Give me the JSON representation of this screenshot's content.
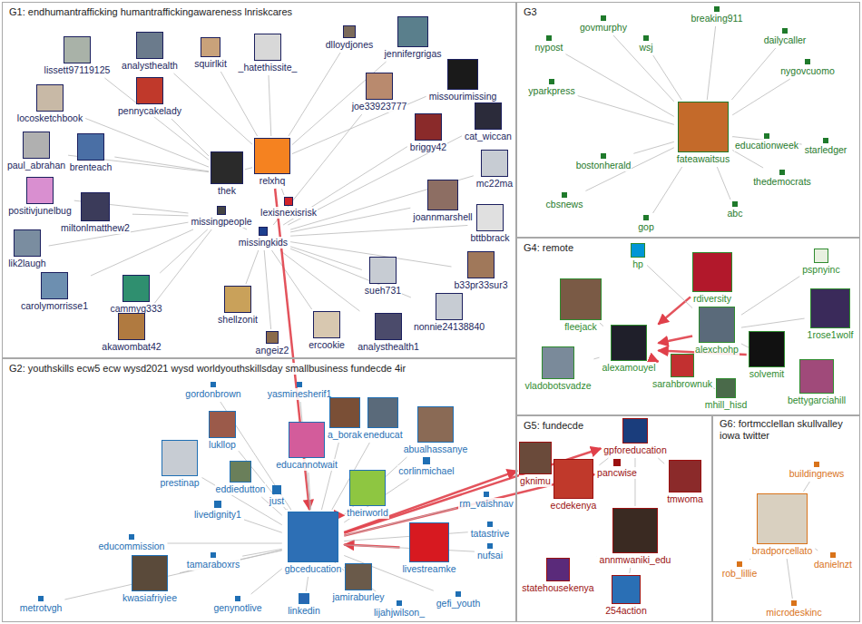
{
  "diagram": {
    "nodes": [
      {
        "text": [
          "G1: endhumantrafficking humantraffickingawareness lnriskcares"
        ]
      },
      {
        "text": [
          "G2: youthskills ecw5 ecw wysd2021 wysd worldyouthskillsday smallbusiness fundecde 4ir"
        ]
      },
      {
        "text": [
          "G3"
        ]
      },
      {
        "text": [
          "G4: remote"
        ]
      },
      {
        "text": [
          "G5: fundecde"
        ]
      },
      {
        "text": [
          "G6: fortmcclellan skullvalley iowa twitter"
        ]
      },
      {
        "text": [
          "analysthealth"
        ],
        "in": 0
      },
      {
        "text": [
          "squirlkit"
        ],
        "in": 0
      },
      {
        "text": [
          "_hatethissite_"
        ],
        "in": 0
      },
      {
        "text": [
          "dlloydjones"
        ],
        "in": 0
      },
      {
        "text": [
          "jennifergrigas"
        ],
        "in": 0
      },
      {
        "text": [
          "joe33923777"
        ],
        "in": 0
      },
      {
        "text": [
          "lissett97119125"
        ],
        "in": 0
      },
      {
        "text": [
          "pennycakelady"
        ],
        "in": 0
      },
      {
        "text": [
          "missourimissing"
        ],
        "in": 0
      },
      {
        "text": [
          "locosketchbook"
        ],
        "in": 0
      },
      {
        "text": [
          "cat_wiccan"
        ],
        "in": 0
      },
      {
        "text": [
          "briggy42"
        ],
        "in": 0
      },
      {
        "text": [
          "paul_abrahan"
        ],
        "in": 0
      },
      {
        "text": [
          "brenteach"
        ],
        "in": 0
      },
      {
        "text": [
          "mc22ma"
        ],
        "in": 0
      },
      {
        "text": [
          "positivjunelbug"
        ],
        "in": 0
      },
      {
        "text": [
          "miltonlmatthew2"
        ],
        "in": 0
      },
      {
        "text": [
          "lik2laugh"
        ],
        "in": 0
      },
      {
        "text": [
          "joannmarshell"
        ],
        "in": 0
      },
      {
        "text": [
          "bttbbrack"
        ],
        "in": 0
      },
      {
        "text": [
          "b33pr33sur3"
        ],
        "in": 0
      },
      {
        "text": [
          "carolymorrisse1"
        ],
        "in": 0
      },
      {
        "text": [
          "cammyg333"
        ],
        "in": 0
      },
      {
        "text": [
          "akawombat42"
        ],
        "in": 0
      },
      {
        "text": [
          "shellzonit"
        ],
        "in": 0
      },
      {
        "text": [
          "sueh731"
        ],
        "in": 0
      },
      {
        "text": [
          "nonnie24138840"
        ],
        "in": 0
      },
      {
        "text": [
          "analysthealth1"
        ],
        "in": 0
      },
      {
        "text": [
          "ercookie"
        ],
        "in": 0
      },
      {
        "text": [
          "angeiz2"
        ],
        "in": 0
      },
      {
        "text": [
          "thek"
        ],
        "in": 0
      },
      {
        "text": [
          "relxhq"
        ],
        "in": 0
      },
      {
        "text": [
          "lexisnexisrisk"
        ],
        "in": 0
      },
      {
        "text": [
          "missingpeople"
        ],
        "in": 0
      },
      {
        "text": [
          "missingkids"
        ],
        "in": 0
      },
      {
        "text": [
          "gordonbrown"
        ],
        "in": 1
      },
      {
        "text": [
          "yasminesherif1"
        ],
        "in": 1
      },
      {
        "text": [
          "lukllop"
        ],
        "in": 1
      },
      {
        "text": [
          "prestinap"
        ],
        "in": 1
      },
      {
        "text": [
          "eddiedutton"
        ],
        "in": 1
      },
      {
        "text": [
          "educannotwait"
        ],
        "in": 1
      },
      {
        "text": [
          "livedignity1"
        ],
        "in": 1
      },
      {
        "text": [
          "a_borak"
        ],
        "in": 1
      },
      {
        "text": [
          "eneducat"
        ],
        "in": 1
      },
      {
        "text": [
          "abualhassanye"
        ],
        "in": 1
      },
      {
        "text": [
          "corlinmichael"
        ],
        "in": 1
      },
      {
        "text": [
          "theirworld"
        ],
        "in": 1
      },
      {
        "text": [
          "just"
        ],
        "in": 1
      },
      {
        "text": [
          "gbceducation"
        ],
        "in": 1
      },
      {
        "text": [
          "educommission"
        ],
        "in": 1
      },
      {
        "text": [
          "tamaraboxrs"
        ],
        "in": 1
      },
      {
        "text": [
          "livestreamke"
        ],
        "in": 1
      },
      {
        "text": [
          "kwasiafriyiee"
        ],
        "in": 1
      },
      {
        "text": [
          "metrotvgh"
        ],
        "in": 1
      },
      {
        "text": [
          "genynotlive"
        ],
        "in": 1
      },
      {
        "text": [
          "linkedin"
        ],
        "in": 1
      },
      {
        "text": [
          "lijahjwilson_"
        ],
        "in": 1
      },
      {
        "text": [
          "jamiraburley"
        ],
        "in": 1
      },
      {
        "text": [
          "gefi_youth"
        ],
        "in": 1
      },
      {
        "text": [
          "nufsai"
        ],
        "in": 1
      },
      {
        "text": [
          "rm_vaishnav"
        ],
        "in": 1
      },
      {
        "text": [
          "tatastrive"
        ],
        "in": 1
      },
      {
        "text": [
          "govmurphy"
        ],
        "in": 2
      },
      {
        "text": [
          "breaking911"
        ],
        "in": 2
      },
      {
        "text": [
          "nypost"
        ],
        "in": 2
      },
      {
        "text": [
          "wsj"
        ],
        "in": 2
      },
      {
        "text": [
          "dailycaller"
        ],
        "in": 2
      },
      {
        "text": [
          "nygovcuomo"
        ],
        "in": 2
      },
      {
        "text": [
          "yparkpress"
        ],
        "in": 2
      },
      {
        "text": [
          "fateawaitsus"
        ],
        "in": 2
      },
      {
        "text": [
          "educationweek"
        ],
        "in": 2
      },
      {
        "text": [
          "starledger"
        ],
        "in": 2
      },
      {
        "text": [
          "bostonherald"
        ],
        "in": 2
      },
      {
        "text": [
          "cbsnews"
        ],
        "in": 2
      },
      {
        "text": [
          "thedemocrats"
        ],
        "in": 2
      },
      {
        "text": [
          "abc"
        ],
        "in": 2
      },
      {
        "text": [
          "gop"
        ],
        "in": 2
      },
      {
        "text": [
          "hp"
        ],
        "in": 3
      },
      {
        "text": [
          "pspnyinc"
        ],
        "in": 3
      },
      {
        "text": [
          "fleejack"
        ],
        "in": 3
      },
      {
        "text": [
          "rdiversity"
        ],
        "in": 3
      },
      {
        "text": [
          "1rose1wolf"
        ],
        "in": 3
      },
      {
        "text": [
          "alexchohp"
        ],
        "in": 3
      },
      {
        "text": [
          "solvemit"
        ],
        "in": 3
      },
      {
        "text": [
          "alexamouyel"
        ],
        "in": 3
      },
      {
        "text": [
          "sarahbrownuk"
        ],
        "in": 3
      },
      {
        "text": [
          "vladobotsvadze"
        ],
        "in": 3
      },
      {
        "text": [
          "bettygarciahill"
        ],
        "in": 3
      },
      {
        "text": [
          "mhill_hisd"
        ],
        "in": 3
      },
      {
        "text": [
          "gknimu"
        ],
        "in": 4
      },
      {
        "text": [
          "pancwise"
        ],
        "in": 4
      },
      {
        "text": [
          "gpforeducation"
        ],
        "in": 4
      },
      {
        "text": [
          "ecdekenya"
        ],
        "in": 4
      },
      {
        "text": [
          "tmwoma"
        ],
        "in": 4
      },
      {
        "text": [
          "annmwaniki_edu"
        ],
        "in": 4
      },
      {
        "text": [
          "statehousekenya"
        ],
        "in": 4
      },
      {
        "text": [
          "254action"
        ],
        "in": 4
      },
      {
        "text": [
          "buildingnews"
        ],
        "in": 5
      },
      {
        "text": [
          "bradporcellato"
        ],
        "in": 5
      },
      {
        "text": [
          "rob_lillie"
        ],
        "in": 5
      },
      {
        "text": [
          "danielnzt"
        ],
        "in": 5
      },
      {
        "text": [
          "microdeskinc"
        ],
        "in": 5
      }
    ],
    "edges": [
      {
        "from": 6,
        "to": 37,
        "arrow": "none"
      },
      {
        "from": 7,
        "to": 37,
        "arrow": "none"
      },
      {
        "from": 8,
        "to": 37,
        "arrow": "none"
      },
      {
        "from": 9,
        "to": 37,
        "arrow": "none"
      },
      {
        "from": 10,
        "to": 37,
        "arrow": "none"
      },
      {
        "from": 11,
        "to": 40,
        "arrow": "none"
      },
      {
        "from": 12,
        "to": 36,
        "arrow": "none"
      },
      {
        "from": 13,
        "to": 36,
        "arrow": "none"
      },
      {
        "from": 14,
        "to": 37,
        "arrow": "none"
      },
      {
        "from": 15,
        "to": 36,
        "arrow": "none"
      },
      {
        "from": 16,
        "to": 40,
        "arrow": "none"
      },
      {
        "from": 17,
        "to": 40,
        "arrow": "none"
      },
      {
        "from": 18,
        "to": 36,
        "arrow": "none"
      },
      {
        "from": 19,
        "to": 36,
        "arrow": "none"
      },
      {
        "from": 20,
        "to": 40,
        "arrow": "none"
      },
      {
        "from": 21,
        "to": 39,
        "arrow": "none"
      },
      {
        "from": 22,
        "to": 39,
        "arrow": "none"
      },
      {
        "from": 23,
        "to": 39,
        "arrow": "none"
      },
      {
        "from": 24,
        "to": 40,
        "arrow": "none"
      },
      {
        "from": 25,
        "to": 40,
        "arrow": "none"
      },
      {
        "from": 26,
        "to": 40,
        "arrow": "none"
      },
      {
        "from": 27,
        "to": 39,
        "arrow": "none"
      },
      {
        "from": 28,
        "to": 39,
        "arrow": "none"
      },
      {
        "from": 29,
        "to": 39,
        "arrow": "none"
      },
      {
        "from": 30,
        "to": 40,
        "arrow": "none"
      },
      {
        "from": 31,
        "to": 40,
        "arrow": "none"
      },
      {
        "from": 32,
        "to": 40,
        "arrow": "none"
      },
      {
        "from": 33,
        "to": 40,
        "arrow": "none"
      },
      {
        "from": 34,
        "to": 40,
        "arrow": "none"
      },
      {
        "from": 35,
        "to": 40,
        "arrow": "none"
      },
      {
        "from": 36,
        "to": 37,
        "arrow": "none"
      },
      {
        "from": 38,
        "to": 37,
        "arrow": "none"
      },
      {
        "from": 39,
        "to": 40,
        "arrow": "none"
      },
      {
        "from": 37,
        "to": 54,
        "arrow": "to"
      },
      {
        "from": 57,
        "to": 54,
        "arrow": "to"
      },
      {
        "from": 52,
        "to": 54,
        "arrow": "to"
      },
      {
        "from": 54,
        "to": 95,
        "arrow": "to"
      },
      {
        "from": 54,
        "to": 96,
        "arrow": "to"
      },
      {
        "from": 54,
        "to": 97,
        "arrow": "to"
      },
      {
        "from": 41,
        "to": 54,
        "arrow": "none"
      },
      {
        "from": 42,
        "to": 54,
        "arrow": "none"
      },
      {
        "from": 43,
        "to": 54,
        "arrow": "none"
      },
      {
        "from": 44,
        "to": 54,
        "arrow": "none"
      },
      {
        "from": 45,
        "to": 54,
        "arrow": "none"
      },
      {
        "from": 46,
        "to": 54,
        "arrow": "none"
      },
      {
        "from": 47,
        "to": 54,
        "arrow": "none"
      },
      {
        "from": 48,
        "to": 54,
        "arrow": "none"
      },
      {
        "from": 49,
        "to": 54,
        "arrow": "none"
      },
      {
        "from": 50,
        "to": 54,
        "arrow": "none"
      },
      {
        "from": 51,
        "to": 54,
        "arrow": "none"
      },
      {
        "from": 53,
        "to": 54,
        "arrow": "none"
      },
      {
        "from": 55,
        "to": 54,
        "arrow": "none"
      },
      {
        "from": 56,
        "to": 54,
        "arrow": "none"
      },
      {
        "from": 58,
        "to": 54,
        "arrow": "none"
      },
      {
        "from": 59,
        "to": 54,
        "arrow": "none"
      },
      {
        "from": 60,
        "to": 54,
        "arrow": "none"
      },
      {
        "from": 61,
        "to": 54,
        "arrow": "none"
      },
      {
        "from": 62,
        "to": 54,
        "arrow": "none"
      },
      {
        "from": 63,
        "to": 54,
        "arrow": "none"
      },
      {
        "from": 64,
        "to": 54,
        "arrow": "none"
      },
      {
        "from": 65,
        "to": 54,
        "arrow": "none"
      },
      {
        "from": 66,
        "to": 54,
        "arrow": "none"
      },
      {
        "from": 67,
        "to": 54,
        "arrow": "none"
      },
      {
        "from": 68,
        "to": 75,
        "arrow": "none"
      },
      {
        "from": 69,
        "to": 75,
        "arrow": "none"
      },
      {
        "from": 70,
        "to": 75,
        "arrow": "none"
      },
      {
        "from": 71,
        "to": 75,
        "arrow": "none"
      },
      {
        "from": 72,
        "to": 75,
        "arrow": "none"
      },
      {
        "from": 73,
        "to": 75,
        "arrow": "none"
      },
      {
        "from": 74,
        "to": 75,
        "arrow": "none"
      },
      {
        "from": 76,
        "to": 75,
        "arrow": "none"
      },
      {
        "from": 77,
        "to": 75,
        "arrow": "none"
      },
      {
        "from": 78,
        "to": 75,
        "arrow": "none"
      },
      {
        "from": 79,
        "to": 75,
        "arrow": "none"
      },
      {
        "from": 80,
        "to": 75,
        "arrow": "none"
      },
      {
        "from": 81,
        "to": 75,
        "arrow": "none"
      },
      {
        "from": 82,
        "to": 75,
        "arrow": "none"
      },
      {
        "from": 88,
        "to": 90,
        "arrow": "to"
      },
      {
        "from": 89,
        "to": 90,
        "arrow": "to"
      },
      {
        "from": 91,
        "to": 90,
        "arrow": "to"
      },
      {
        "from": 86,
        "to": 90,
        "arrow": "to"
      },
      {
        "from": 85,
        "to": 90,
        "arrow": "none"
      },
      {
        "from": 92,
        "to": 90,
        "arrow": "none"
      },
      {
        "from": 83,
        "to": 88,
        "arrow": "none"
      },
      {
        "from": 84,
        "to": 88,
        "arrow": "none"
      },
      {
        "from": 87,
        "to": 88,
        "arrow": "none"
      },
      {
        "from": 93,
        "to": 88,
        "arrow": "none"
      },
      {
        "from": 94,
        "to": 91,
        "arrow": "none"
      },
      {
        "from": 98,
        "to": 97,
        "arrow": "none"
      },
      {
        "from": 99,
        "to": 97,
        "arrow": "none"
      },
      {
        "from": 100,
        "to": 97,
        "arrow": "none"
      },
      {
        "from": 101,
        "to": 100,
        "arrow": "none"
      },
      {
        "from": 102,
        "to": 100,
        "arrow": "none"
      },
      {
        "from": 103,
        "to": 104,
        "arrow": "none"
      },
      {
        "from": 105,
        "to": 104,
        "arrow": "none"
      },
      {
        "from": 106,
        "to": 104,
        "arrow": "none"
      },
      {
        "from": 107,
        "to": 104,
        "arrow": "none"
      }
    ]
  }
}
